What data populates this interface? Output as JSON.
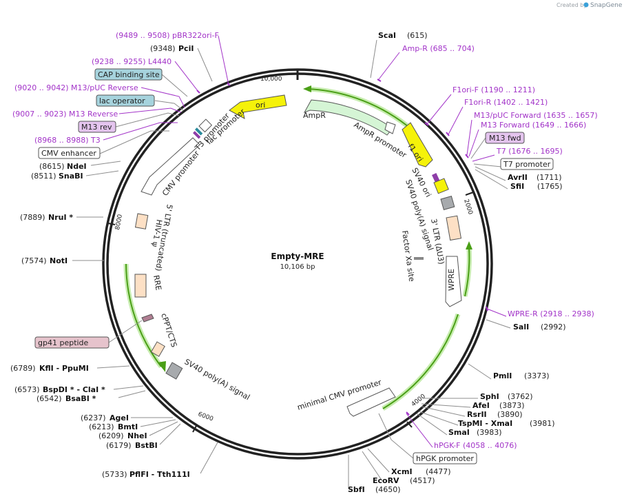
{
  "plasmid": {
    "name": "Empty-MRE",
    "length_label": "10,106 bp"
  },
  "credit": {
    "prefix": "Created by",
    "brand": "SnapGene"
  },
  "ticks": [
    "10,000",
    "2000",
    "4000",
    "6000",
    "8000"
  ],
  "features": {
    "ori": "ori",
    "ampr": "AmpR",
    "ampr_promoter": "AmpR promoter",
    "f1_ori": "f1 ori",
    "sv40_ori": "SV40 ori",
    "sv40_polya_signal": "SV40 poly(A) signal",
    "ltr3": "3' LTR (ΔU3)",
    "factor_xa": "Factor Xa site",
    "wpre": "WPRE",
    "minimal_cmv": "minimal CMV promoter",
    "sv40_polya_left": "SV40 poly(A) signal",
    "cppt": "cPPT/CTS",
    "rre": "RRE",
    "ltr5": "5' LTR (truncated)",
    "hiv_psi": "HIV-1 ψ",
    "cmv_promoter": "CMV promoter",
    "lac_promoter": "lac promoter",
    "t3_promoter": "T3 promoter"
  },
  "labels": {
    "scai": {
      "name": "ScaI",
      "pos": "(615)"
    },
    "amp_r": "Amp-R   (685 .. 704)",
    "f1ori_f": "F1ori-F   (1190 .. 1211)",
    "f1ori_r": "F1ori-R   (1402 .. 1421)",
    "m13puc_fwd": "M13/pUC Forward   (1635 .. 1657)",
    "m13_fwd_primer": "M13 Forward   (1649 .. 1666)",
    "m13_fwd_box": "M13 fwd",
    "t7_primer": "T7   (1676 .. 1695)",
    "t7_promoter_box": "T7 promoter",
    "avrii": {
      "name": "AvrII",
      "pos": "(1711)"
    },
    "sfii": {
      "name": "SfiI",
      "pos": "(1765)"
    },
    "wpre_r": "WPRE-R   (2918 .. 2938)",
    "sali": {
      "name": "SalI",
      "pos": "(2992)"
    },
    "pmli": {
      "name": "PmlI",
      "pos": "(3373)"
    },
    "sphi": {
      "name": "SphI",
      "pos": "(3762)"
    },
    "afei": {
      "name": "AfeI",
      "pos": "(3873)"
    },
    "rsrii": {
      "name": "RsrII",
      "pos": "(3890)"
    },
    "tspmi": {
      "name": "TspMI  -  XmaI",
      "pos": "(3981)"
    },
    "smai": {
      "name": "SmaI",
      "pos": "(3983)"
    },
    "hpgk_f": "hPGK-F   (4058 .. 4076)",
    "hpgk_promoter_box": "hPGK promoter",
    "xcmi": {
      "name": "XcmI",
      "pos": "(4477)"
    },
    "ecorv": {
      "name": "EcoRV",
      "pos": "(4517)"
    },
    "sbfi": {
      "name": "SbfI",
      "pos": "(4650)"
    },
    "pflfi": {
      "pos": "(5733)",
      "name": "PflFI  -  Tth111I"
    },
    "bstbi": {
      "pos": "(6179)",
      "name": "BstBI"
    },
    "nhei": {
      "pos": "(6209)",
      "name": "NheI"
    },
    "bmti": {
      "pos": "(6213)",
      "name": "BmtI"
    },
    "agei": {
      "pos": "(6237)",
      "name": "AgeI"
    },
    "bsabi": {
      "pos": "(6542)",
      "name": "BsaBI *"
    },
    "bspdi": {
      "pos": "(6573)",
      "name": "BspDI *  -  ClaI *"
    },
    "kfli": {
      "pos": "(6789)",
      "name": "KflI  -  PpuMI"
    },
    "gp41_box": "gp41 peptide",
    "noti": {
      "pos": "(7574)",
      "name": "NotI"
    },
    "nrui": {
      "pos": "(7889)",
      "name": "NruI *"
    },
    "snabi": {
      "pos": "(8511)",
      "name": "SnaBI"
    },
    "ndei": {
      "pos": "(8615)",
      "name": "NdeI"
    },
    "cmv_enhancer_box": "CMV enhancer",
    "t3_primer": "(8968 .. 8988)   T3",
    "m13_rev_box": "M13 rev",
    "m13_reverse": "(9007 .. 9023)   M13 Reverse",
    "m13puc_reverse": "(9020 .. 9042)   M13/pUC Reverse",
    "lac_operator_box": "lac operator",
    "cap_site_box": "CAP binding site",
    "l4440": "(9238 .. 9255)   L4440",
    "pcii": {
      "pos": "(9348)",
      "name": "PciI"
    },
    "pbr322": "(9489 .. 9508)   pBR322ori-F"
  },
  "colors": {
    "backbone": "#222222",
    "ori_yellow": "#f5f20a",
    "ampr_green": "#d5f5d5",
    "ltr_orange": "#fde0c5",
    "sv40_gray": "#a7aaad",
    "primer_purple": "#a233c8",
    "cap_box": "#a6d3dd",
    "m13_box": "#e4c4ee",
    "gp41_box": "#e6c3cc",
    "highlight_green": "#6bbf2a"
  }
}
